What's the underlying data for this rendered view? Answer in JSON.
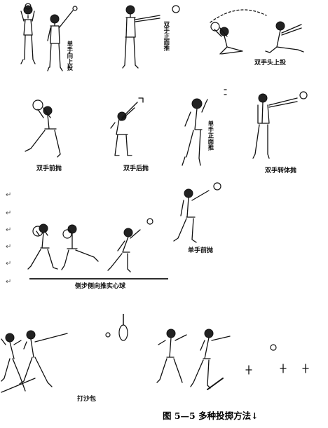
{
  "labels": {
    "one_hand_upward": "单手向上投",
    "two_hand_chest_pass": "双手正面推",
    "two_hand_overhead": "双手头上投",
    "two_hand_forward": "双手前抛",
    "two_hand_backward": "双手后抛",
    "one_hand_front_push": "单手正面推",
    "two_hand_side": "双手转体抛",
    "one_hand_forward": "单手前抛",
    "sidestep_throw": "侧步侧向推实心球",
    "sandbag": "打沙包"
  },
  "caption": "图 5—5 多种投掷方法↓",
  "return_marks": [
    "↵",
    "↵",
    "↵",
    "↵",
    "↵",
    "↵"
  ]
}
